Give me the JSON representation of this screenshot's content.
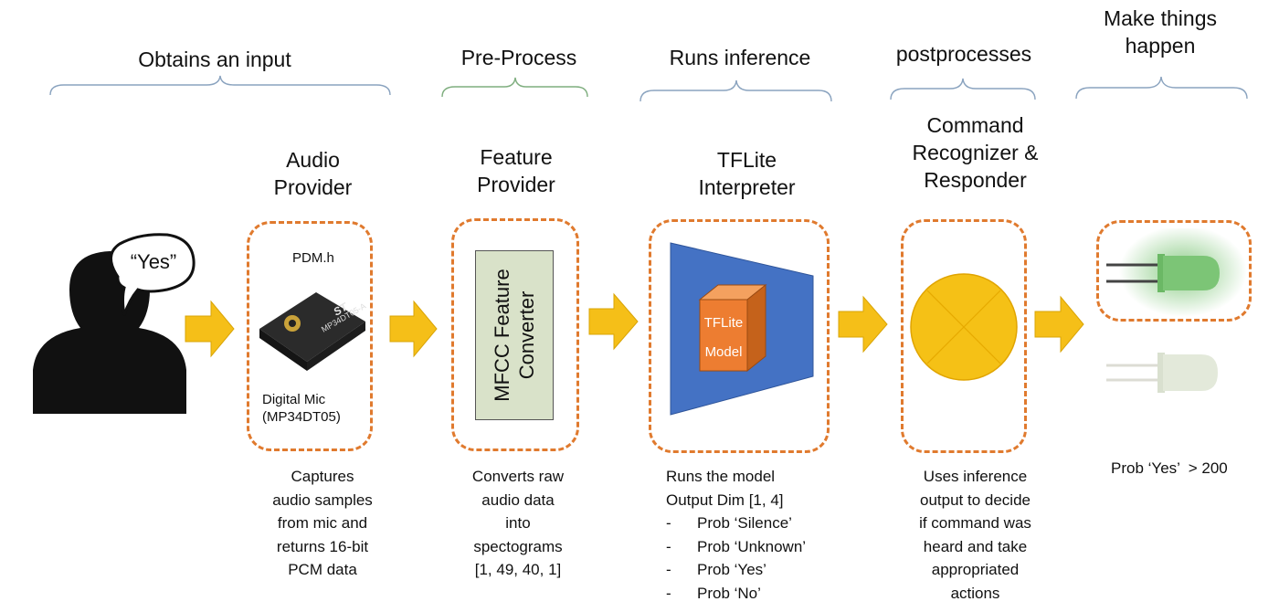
{
  "stages": {
    "input": {
      "phase": "Obtains an input",
      "title": "Audio Provider",
      "speech": "“Yes”",
      "header": "PDM.h",
      "chip_text": "MP34DT05-A",
      "mic_label_1": "Digital Mic",
      "mic_label_2": "(MP34DT05)",
      "desc": [
        "Captures",
        "audio samples",
        "from mic and",
        "returns 16-bit",
        "PCM data"
      ]
    },
    "preprocess": {
      "phase": "Pre-Process",
      "title": "Feature Provider",
      "converter": "MFCC Feature Converter",
      "desc": [
        "Converts raw",
        "audio data",
        "into",
        "spectograms",
        "[1, 49, 40, 1]"
      ]
    },
    "inference": {
      "phase": "Runs inference",
      "title": "TFLite Interpreter",
      "model_line_1": "TFLite",
      "model_line_2": "Model",
      "desc": [
        "Runs the model",
        "Output Dim [1, 4]"
      ],
      "outputs": [
        "Prob ‘Silence’",
        "Prob ‘Unknown’",
        "Prob ‘Yes’",
        "Prob ‘No’"
      ]
    },
    "postprocess": {
      "phase": "postprocesses",
      "title": "Command Recognizer & Responder",
      "desc": [
        "Uses inference",
        "output to decide",
        "if command was",
        "heard and take",
        "appropriated",
        "actions"
      ]
    },
    "action": {
      "phase": "Make things happen",
      "condition": "Prob ‘Yes’  > 200"
    }
  },
  "colors": {
    "dashed_border": "#e07a2e",
    "arrow": "#f5bf18",
    "model_blue": "#4472c4",
    "cube": "#ed7d31",
    "converter_fill": "#d9e2c9",
    "led_on": "#7cc576",
    "led_off": "#e3e9da",
    "person": "#111111"
  }
}
